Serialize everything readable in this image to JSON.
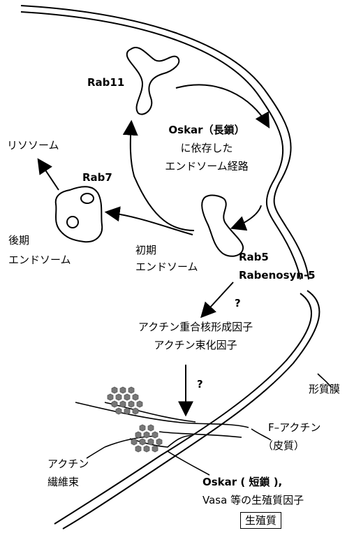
{
  "labels": {
    "rab11": "Rab11",
    "oskar_long_1": "Oskar（長鎖）",
    "oskar_long_2": "に依存した",
    "oskar_long_3": "エンドソーム経路",
    "lysosome": "リソソーム",
    "rab7": "Rab7",
    "late_endosome_1": "後期",
    "late_endosome_2": "エンドソーム",
    "early_endosome_1": "初期",
    "early_endosome_2": "エンドソーム",
    "rab5": "Rab5",
    "rabenosyn": "Rabenosyn-5",
    "question_1": "?",
    "actin_factor_1": "アクチン重合核形成因子",
    "actin_factor_2": "アクチン束化因子",
    "question_2": "?",
    "plasma_membrane": "形質膜",
    "f_actin_1": "F–アクチン",
    "f_actin_2": "（皮質）",
    "actin_bundle_1": "アクチン",
    "actin_bundle_2": "繊維束",
    "oskar_short_1": "Oskar ( 短鎖 ),",
    "oskar_short_2": "Vasa 等の生殖質因子",
    "germ_plasm": "生殖質"
  }
}
